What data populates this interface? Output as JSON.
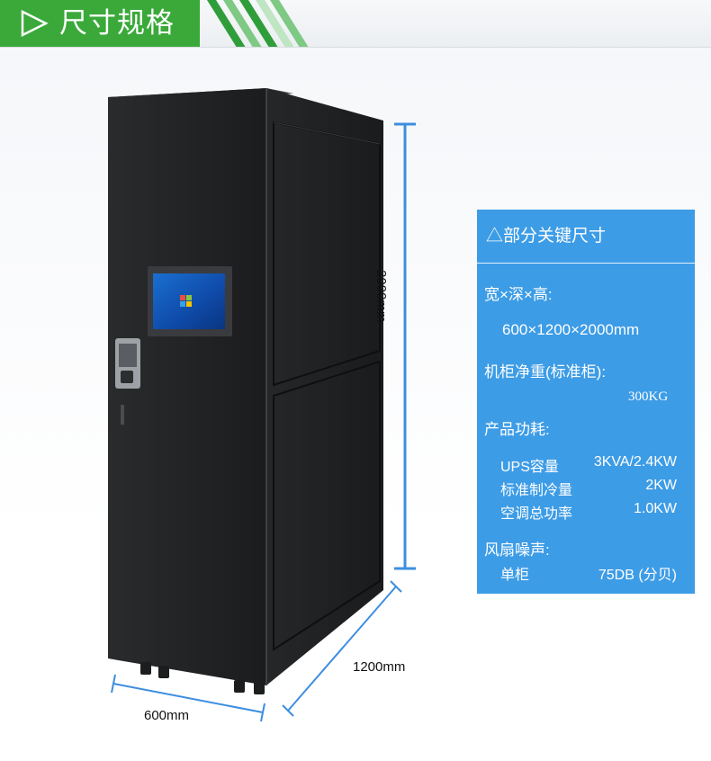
{
  "header": {
    "title": "尺寸规格",
    "accent_color": "#3aa93a",
    "arrow_icon": "triangle-right-outline-icon"
  },
  "dimensions": {
    "height_label": "2000mm",
    "depth_label": "1200mm",
    "width_label": "600mm",
    "line_color": "#3d8ee0"
  },
  "info_panel": {
    "background_color": "#3d9ce6",
    "title": "△部分关键尺寸",
    "size_heading": "宽×深×高:",
    "size_value": "600×1200×2000mm",
    "weight_heading": "机柜净重(标准柜):",
    "weight_value": "300KG",
    "power_heading": "产品功耗:",
    "power_rows": [
      {
        "label": "UPS容量",
        "value": "3KVA/2.4KW"
      },
      {
        "label": "标准制冷量",
        "value": "2KW"
      },
      {
        "label": "空调总功率",
        "value": "1.0KW"
      }
    ],
    "noise_heading": "风扇噪声:",
    "noise_label": "单柜",
    "noise_value": "75DB (分贝)"
  }
}
